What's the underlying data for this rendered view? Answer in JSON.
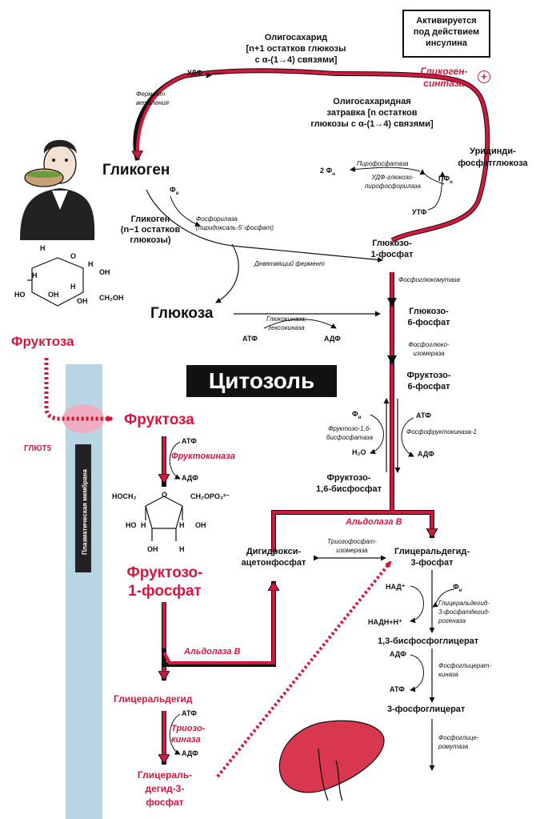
{
  "insulin_box": "Активируется\nпод действием\nинсулина",
  "glycogen_synthase": "Гликоген-\nсинтаза",
  "plus_sign": "+",
  "oligosaccharide": "Олигосахарид\n[n+1 остатков глюкозы\nс α-(1→4) связями]",
  "udp": "УДФ",
  "branching_enzyme": "Фермент\nветвления",
  "oligo_primer": "Олигосахаридная\nзатравка [n остатков\nглюкозы с α-(1→4) связями]",
  "udp_glucose": "Уридинди-\nфосфатглюкоза",
  "glycogen": "Гликоген",
  "phi_n": "Ф",
  "phi_n_sub": "н",
  "pyrophosphatase": "Пирофосфатаза",
  "two_phi_n": "2 Ф",
  "udp_glucose_pyrophosphorylase": "УДФ-глюкозо-\nпирофосфорилаза",
  "ppn": "ПФ",
  "utp": "УТФ",
  "glycogen_n1": "Гликоген\n(n−1 остатков\nглюкозы)",
  "phosphorylase": "Фосфорилаза\n(пиридоксаль-5'-фосфат)",
  "glucose_1p": "Глюкозо-\n1-фосфат",
  "debranching": "Девятвящий фермент",
  "phosphoglucomutase": "Фосфоглюкомутаза",
  "glucose": "Глюкоза",
  "glucokinase": "Глюкокиназа;\nгексокиназа",
  "atp": "АТФ",
  "adp": "АДФ",
  "glucose_6p": "Глюкозо-\n6-фосфат",
  "phosphoglucoisomerase": "Фосфоглюко-\nизомераза",
  "fructose_top": "Фруктоза",
  "cytosol": "Цитозоль",
  "fructose_6p": "Фруктозо-\n6-фосфат",
  "fructose_16_bisphosphatase": "Фруктозо-1,6-\nбисфосфатаза",
  "phosphofructokinase": "Фосфофруктокиназа-1",
  "h2o": "H₂O",
  "glut5": "ГЛЮТ5",
  "fructose_in": "Фруктоза",
  "fructokinase": "Фруктокиназа",
  "membrane": "Плазматическая мембрана",
  "fructose_16bp": "Фруктозо-\n1,6-бисфосфат",
  "aldolase_b": "Альдолаза B",
  "dhap": "Дигидрокси-\nацетонфосфат",
  "triose_isomerase": "Триозофосфат-\nизомераза",
  "gap": "Глицеральдегид-\n3-фосфат",
  "fructose_1p": "Фруктозо-\n1-фосфат",
  "nad": "НАД⁺",
  "gapdh": "Глицеральдегид-\n3-фосфатдегид-\nрогеназа",
  "nadh": "НАДН+Н⁺",
  "bpg13": "1,3-бисфосфоглицерат",
  "phosphoglycerate_kinase": "Фосфоглицерат-\nкиназа",
  "pg3": "3-фосфоглицерат",
  "glyceraldehyde": "Глицеральдегид",
  "triokinase": "Триозо-\nкиназа",
  "phosphoglycerate_mutase": "Фосфоглице-\nромутаза",
  "gap_bottom": "Глицераль-\nдегид-3-\nфосфат",
  "pyranose_ring": {
    "atoms": [
      "H",
      "O",
      "H",
      "OH",
      "HO",
      "OH",
      "H",
      "H",
      "OH",
      "CH₂OH"
    ]
  },
  "furanose_ring": {
    "atoms": [
      "HOCH₂",
      "O",
      "CH₂OPO₃²⁻",
      "H",
      "HO",
      "H",
      "OH",
      "OH",
      "H"
    ]
  },
  "colors": {
    "pathway": "#d4183d",
    "membrane": "#b9d4e3",
    "ink": "#111111",
    "liver": "#d93650"
  }
}
